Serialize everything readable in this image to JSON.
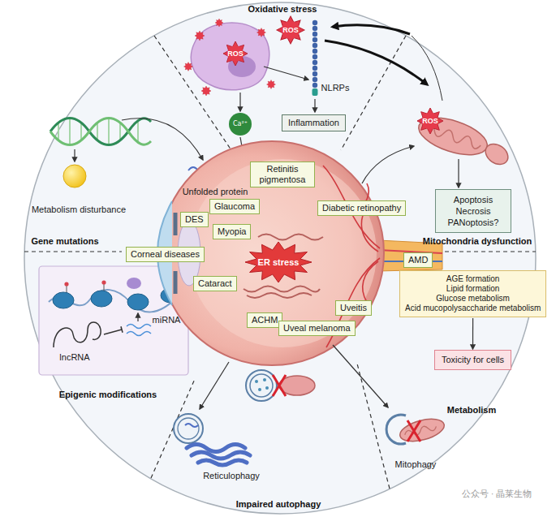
{
  "diagram": {
    "nodes": [
      {
        "text": [
          "Inflammation"
        ]
      },
      {
        "text": [
          "Ca²⁺"
        ]
      },
      {
        "text": [
          "Apoptosis",
          "Necrosis",
          "PANoptosis?"
        ]
      },
      {
        "text": [
          "Retinitis pigmentosa"
        ]
      },
      {
        "text": [
          "Glaucoma"
        ]
      },
      {
        "text": [
          "Diabetic retinopathy"
        ]
      },
      {
        "text": [
          "DES"
        ]
      },
      {
        "text": [
          "Myopia"
        ]
      },
      {
        "text": [
          "Corneal diseases"
        ]
      },
      {
        "text": [
          "AMD"
        ]
      },
      {
        "text": [
          "ER stress"
        ]
      },
      {
        "text": [
          "AGE formation",
          "Lipid formation",
          "Glucose metabolism",
          "Acid mucopolysaccharide metabolism"
        ]
      },
      {
        "text": [
          "Cataract"
        ]
      },
      {
        "text": [
          "Uveitis"
        ]
      },
      {
        "text": [
          "ACHM"
        ]
      },
      {
        "text": [
          "Uveal melanoma"
        ]
      },
      {
        "text": [
          "Toxicity for cells"
        ]
      }
    ],
    "edges": [
      {
        "from": 11,
        "to": 16,
        "arrow": "to"
      }
    ],
    "labels": [
      "Oxidative stress",
      "ROS",
      "ROS",
      "NLRPs",
      "ROS",
      "Metabolism disturbance",
      "Unfolded protein",
      "Gene mutations",
      "Mitochondria dysfunction",
      "miRNA",
      "lncRNA",
      "Epigenic modifications",
      "Metabolism",
      "Reticulophagy",
      "Mitophagy",
      "Impaired autophagy",
      "公众号 · 晶莱生物"
    ]
  }
}
